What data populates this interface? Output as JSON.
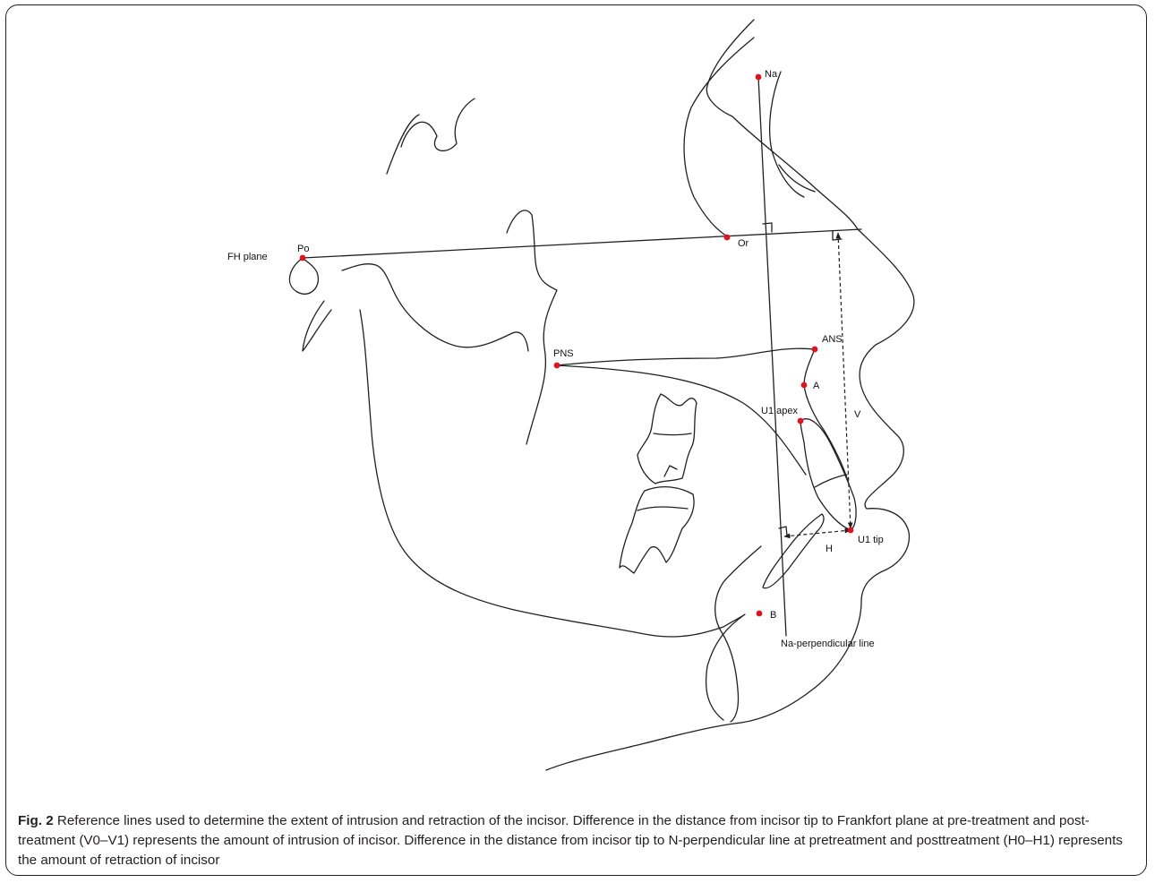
{
  "figure": {
    "labels": {
      "na": "Na",
      "po": "Po",
      "fh_plane": "FH plane",
      "or": "Or",
      "ans": "ANS",
      "pns": "PNS",
      "a_point": "A",
      "u1_apex": "U1 apex",
      "v": "V",
      "u1_tip": "U1 tip",
      "h": "H",
      "b_point": "B",
      "na_perp_line": "Na-perpendicular line"
    },
    "point_color": "#e0141e",
    "line_color": "#231f20"
  },
  "caption": {
    "label": "Fig. 2",
    "text": " Reference lines used to determine the extent of intrusion and retraction of the incisor. Difference in the distance from incisor tip to Frankfort plane at pre-treatment and post-treatment (V0–V1) represents the amount of intrusion of incisor. Difference in the distance from incisor tip to N-perpendicular line at pretreatment and posttreatment (H0–H1) represents the amount of retraction of incisor"
  }
}
